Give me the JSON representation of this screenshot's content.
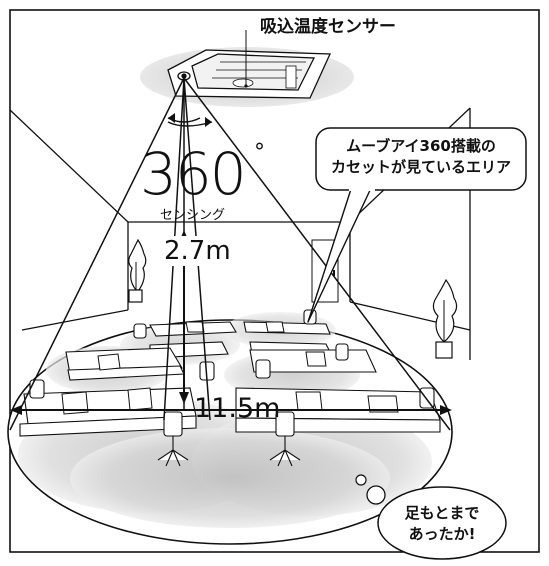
{
  "labels": {
    "sensor": "吸込温度センサー",
    "big_number": "360",
    "degree": "°",
    "sensing": "センシング",
    "height": "2.7m",
    "width": "11.5m"
  },
  "callout_cassette": {
    "line1": "ムーブアイ360搭載の",
    "line2": "カセットが見ているエリア"
  },
  "callout_feet": {
    "line1": "足もとまで",
    "line2": "あったか!"
  },
  "colors": {
    "stroke": "#111111",
    "gray_ellipse": "#d8d8d8",
    "gray_light": "#e6e6e6",
    "background": "#ffffff"
  }
}
